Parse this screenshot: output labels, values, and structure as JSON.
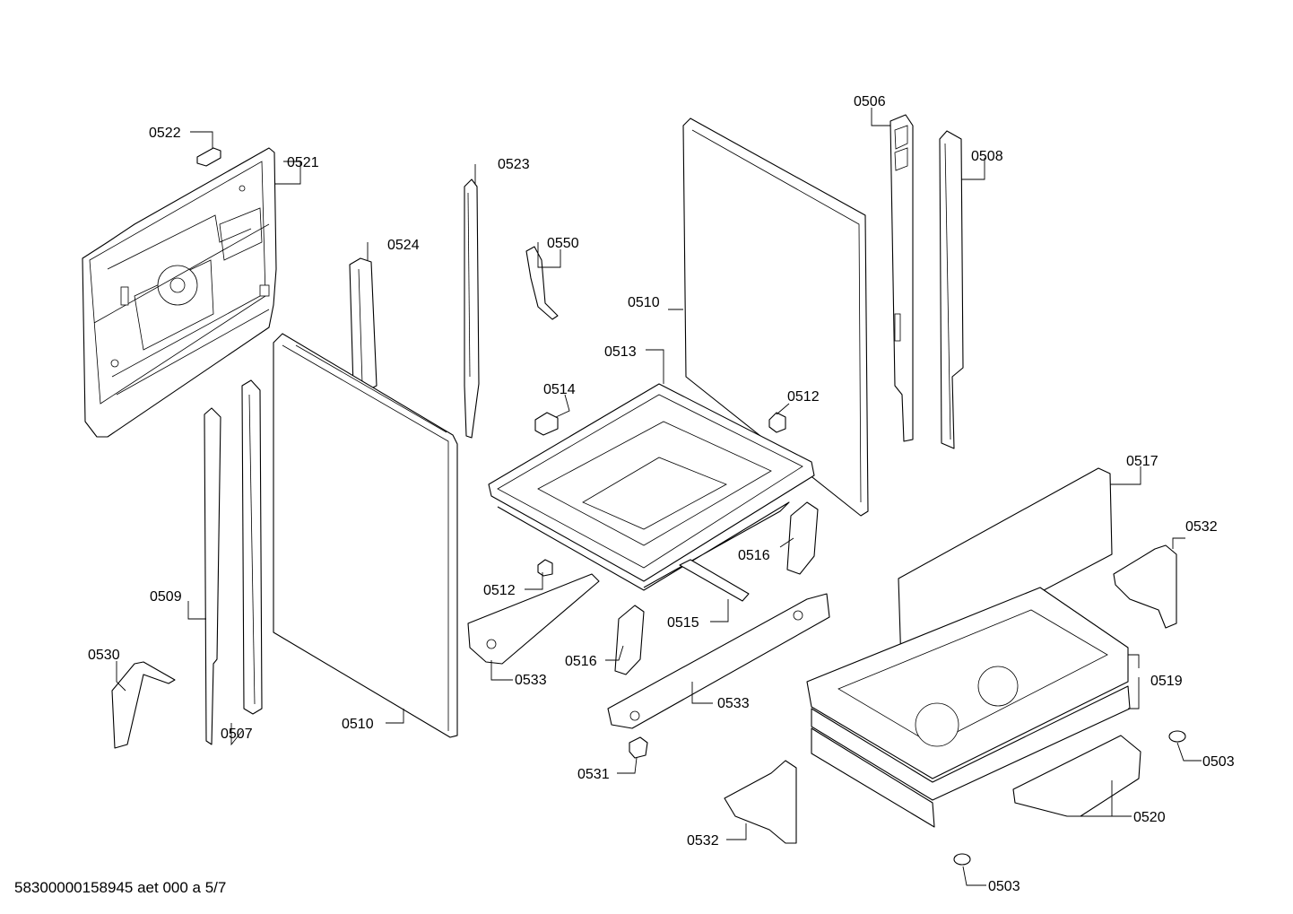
{
  "footer": {
    "document_code": "58300000158945 aet 000 a 5/7"
  },
  "callouts": {
    "c0522": "0522",
    "c0521": "0521",
    "c0523": "0523",
    "c0524": "0524",
    "c0550": "0550",
    "c0510_top": "0510",
    "c0513": "0513",
    "c0514": "0514",
    "c0512_right": "0512",
    "c0506": "0506",
    "c0508": "0508",
    "c0517": "0517",
    "c0532_right": "0532",
    "c0516_right": "0516",
    "c0512_left": "0512",
    "c0515": "0515",
    "c0509": "0509",
    "c0530": "0530",
    "c0516_left": "0516",
    "c0533_left": "0533",
    "c0533_right": "0533",
    "c0519": "0519",
    "c0503_right": "0503",
    "c0507": "0507",
    "c0510_bottom": "0510",
    "c0531": "0531",
    "c0520": "0520",
    "c0532_bottom": "0532",
    "c0503_bottom": "0503"
  }
}
